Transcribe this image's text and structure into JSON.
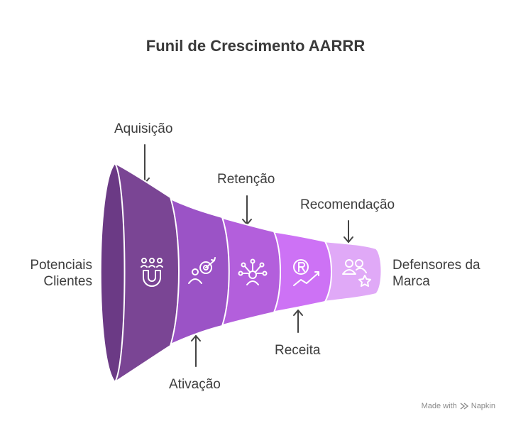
{
  "title": "Funil de Crescimento AARRR",
  "input_label": {
    "line1": "Potenciais",
    "line2": "Clientes"
  },
  "output_label": {
    "line1": "Defensores da",
    "line2": "Marca"
  },
  "stages": [
    {
      "name": "Aquisição",
      "icon": "magnet-people-icon",
      "color": "#7a4594"
    },
    {
      "name": "Ativação",
      "icon": "person-target-icon",
      "color": "#9b53c6"
    },
    {
      "name": "Retenção",
      "icon": "person-network-icon",
      "color": "#b35fdc"
    },
    {
      "name": "Receita",
      "icon": "revenue-growth-icon",
      "color": "#cd72f5"
    },
    {
      "name": "Recomendação",
      "icon": "people-star-icon",
      "color": "#e0a9f7"
    }
  ],
  "footer": {
    "made_with": "Made with",
    "brand": "Napkin"
  }
}
